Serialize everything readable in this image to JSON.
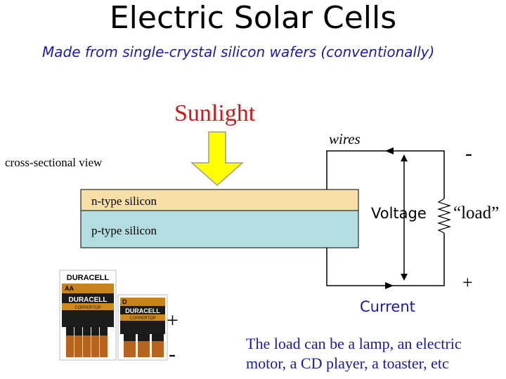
{
  "title": "Electric Solar Cells",
  "subtitle": "Made from single-crystal silicon wafers (conventionally)",
  "sunlight_label": "Sunlight",
  "wires_label": "wires",
  "view_label": "cross-sectional view",
  "n_layer_label": "n-type silicon",
  "p_layer_label": "p-type silicon",
  "voltage_label": "Voltage",
  "load_label": "“load”",
  "negative_sign": "-",
  "positive_sign": "+",
  "current_label": "Current",
  "battery_positive": "+",
  "battery_negative": "-",
  "load_note": "The load can be a lamp, an electric motor, a CD player, a toaster, etc",
  "battery_brand": "DURACELL",
  "battery_sub": "COPPERTOP",
  "battery_sizes": [
    "AA",
    "D"
  ],
  "colors": {
    "n_layer": "#f8dfa7",
    "p_layer": "#b3dde0",
    "arrow_fill": "#ffff00",
    "sunlight": "#cc1a1a",
    "blue_text": "#1a1aa6"
  }
}
